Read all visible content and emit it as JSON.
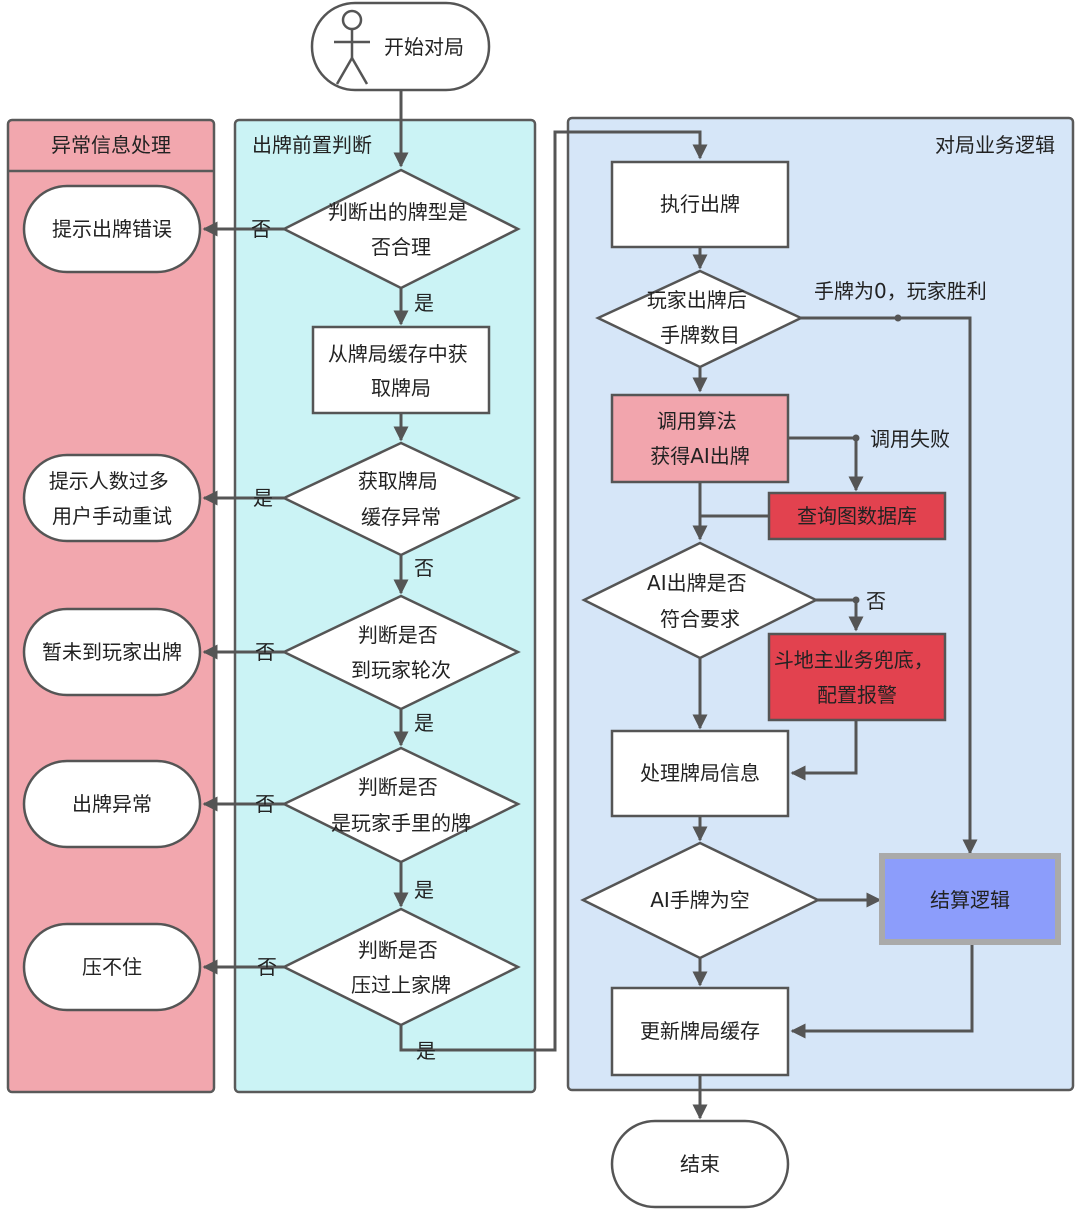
{
  "colors": {
    "lane_error_fill": "#F2A7AE",
    "lane_pre_fill": "#CBF3F5",
    "lane_logic_fill": "#D6E6F8",
    "lane_stroke": "#5A5A5A",
    "node_fill": "#FFFFFF",
    "node_stroke": "#555555",
    "node_pink_fill": "#F2A5AD",
    "node_red_fill": "#E2424F",
    "node_blue_fill": "#8C9DFB",
    "node_blue_border": "#AAAAAA",
    "connector": "#555555"
  },
  "lanes": {
    "error": {
      "title": "异常信息处理"
    },
    "pre_check": {
      "title": "出牌前置判断"
    },
    "logic": {
      "title": "对局业务逻辑"
    }
  },
  "nodes": {
    "start": {
      "text": "开始对局",
      "icon": "actor-icon"
    },
    "check_type": {
      "lines": [
        "判断出的牌型是",
        "否合理"
      ]
    },
    "get_cache": {
      "lines": [
        "从牌局缓存中获",
        "取牌局"
      ]
    },
    "cache_error": {
      "lines": [
        "获取牌局",
        "缓存异常"
      ]
    },
    "check_turn": {
      "lines": [
        "判断是否",
        "到玩家轮次"
      ]
    },
    "check_hand": {
      "lines": [
        "判断是否",
        "是玩家手里的牌"
      ]
    },
    "check_beat": {
      "lines": [
        "判断是否",
        "压过上家牌"
      ]
    },
    "err_wrong_card": {
      "lines": [
        "提示出牌错误"
      ]
    },
    "err_too_many": {
      "lines": [
        "提示人数过多",
        "用户手动重试"
      ]
    },
    "err_not_turn": {
      "lines": [
        "暂未到玩家出牌"
      ]
    },
    "err_play_error": {
      "lines": [
        "出牌异常"
      ]
    },
    "err_cannot_beat": {
      "lines": [
        "压不住"
      ]
    },
    "play": {
      "lines": [
        "执行出牌"
      ]
    },
    "hand_count": {
      "lines": [
        "玩家出牌后",
        "手牌数目"
      ]
    },
    "call_algo": {
      "lines": [
        "调用算法",
        "获得AI出牌"
      ]
    },
    "query_db": {
      "lines": [
        "查询图数据库"
      ]
    },
    "ai_ok": {
      "lines": [
        "AI出牌是否",
        "符合要求"
      ]
    },
    "fallback": {
      "lines": [
        "斗地主业务兜底，",
        "配置报警"
      ]
    },
    "process": {
      "lines": [
        "处理牌局信息"
      ]
    },
    "ai_empty": {
      "lines": [
        "AI手牌为空"
      ]
    },
    "settle": {
      "lines": [
        "结算逻辑"
      ]
    },
    "update_cache": {
      "lines": [
        "更新牌局缓存"
      ]
    },
    "end": {
      "lines": [
        "结束"
      ]
    }
  },
  "edge_labels": {
    "type_no": "否",
    "type_yes": "是",
    "cache_yes": "是",
    "cache_no": "否",
    "turn_no": "否",
    "turn_yes": "是",
    "hand_no": "否",
    "hand_yes": "是",
    "beat_no": "否",
    "beat_yes": "是",
    "hand_zero": "手牌为0，玩家胜利",
    "call_fail": "调用失败",
    "ai_no": "否"
  }
}
